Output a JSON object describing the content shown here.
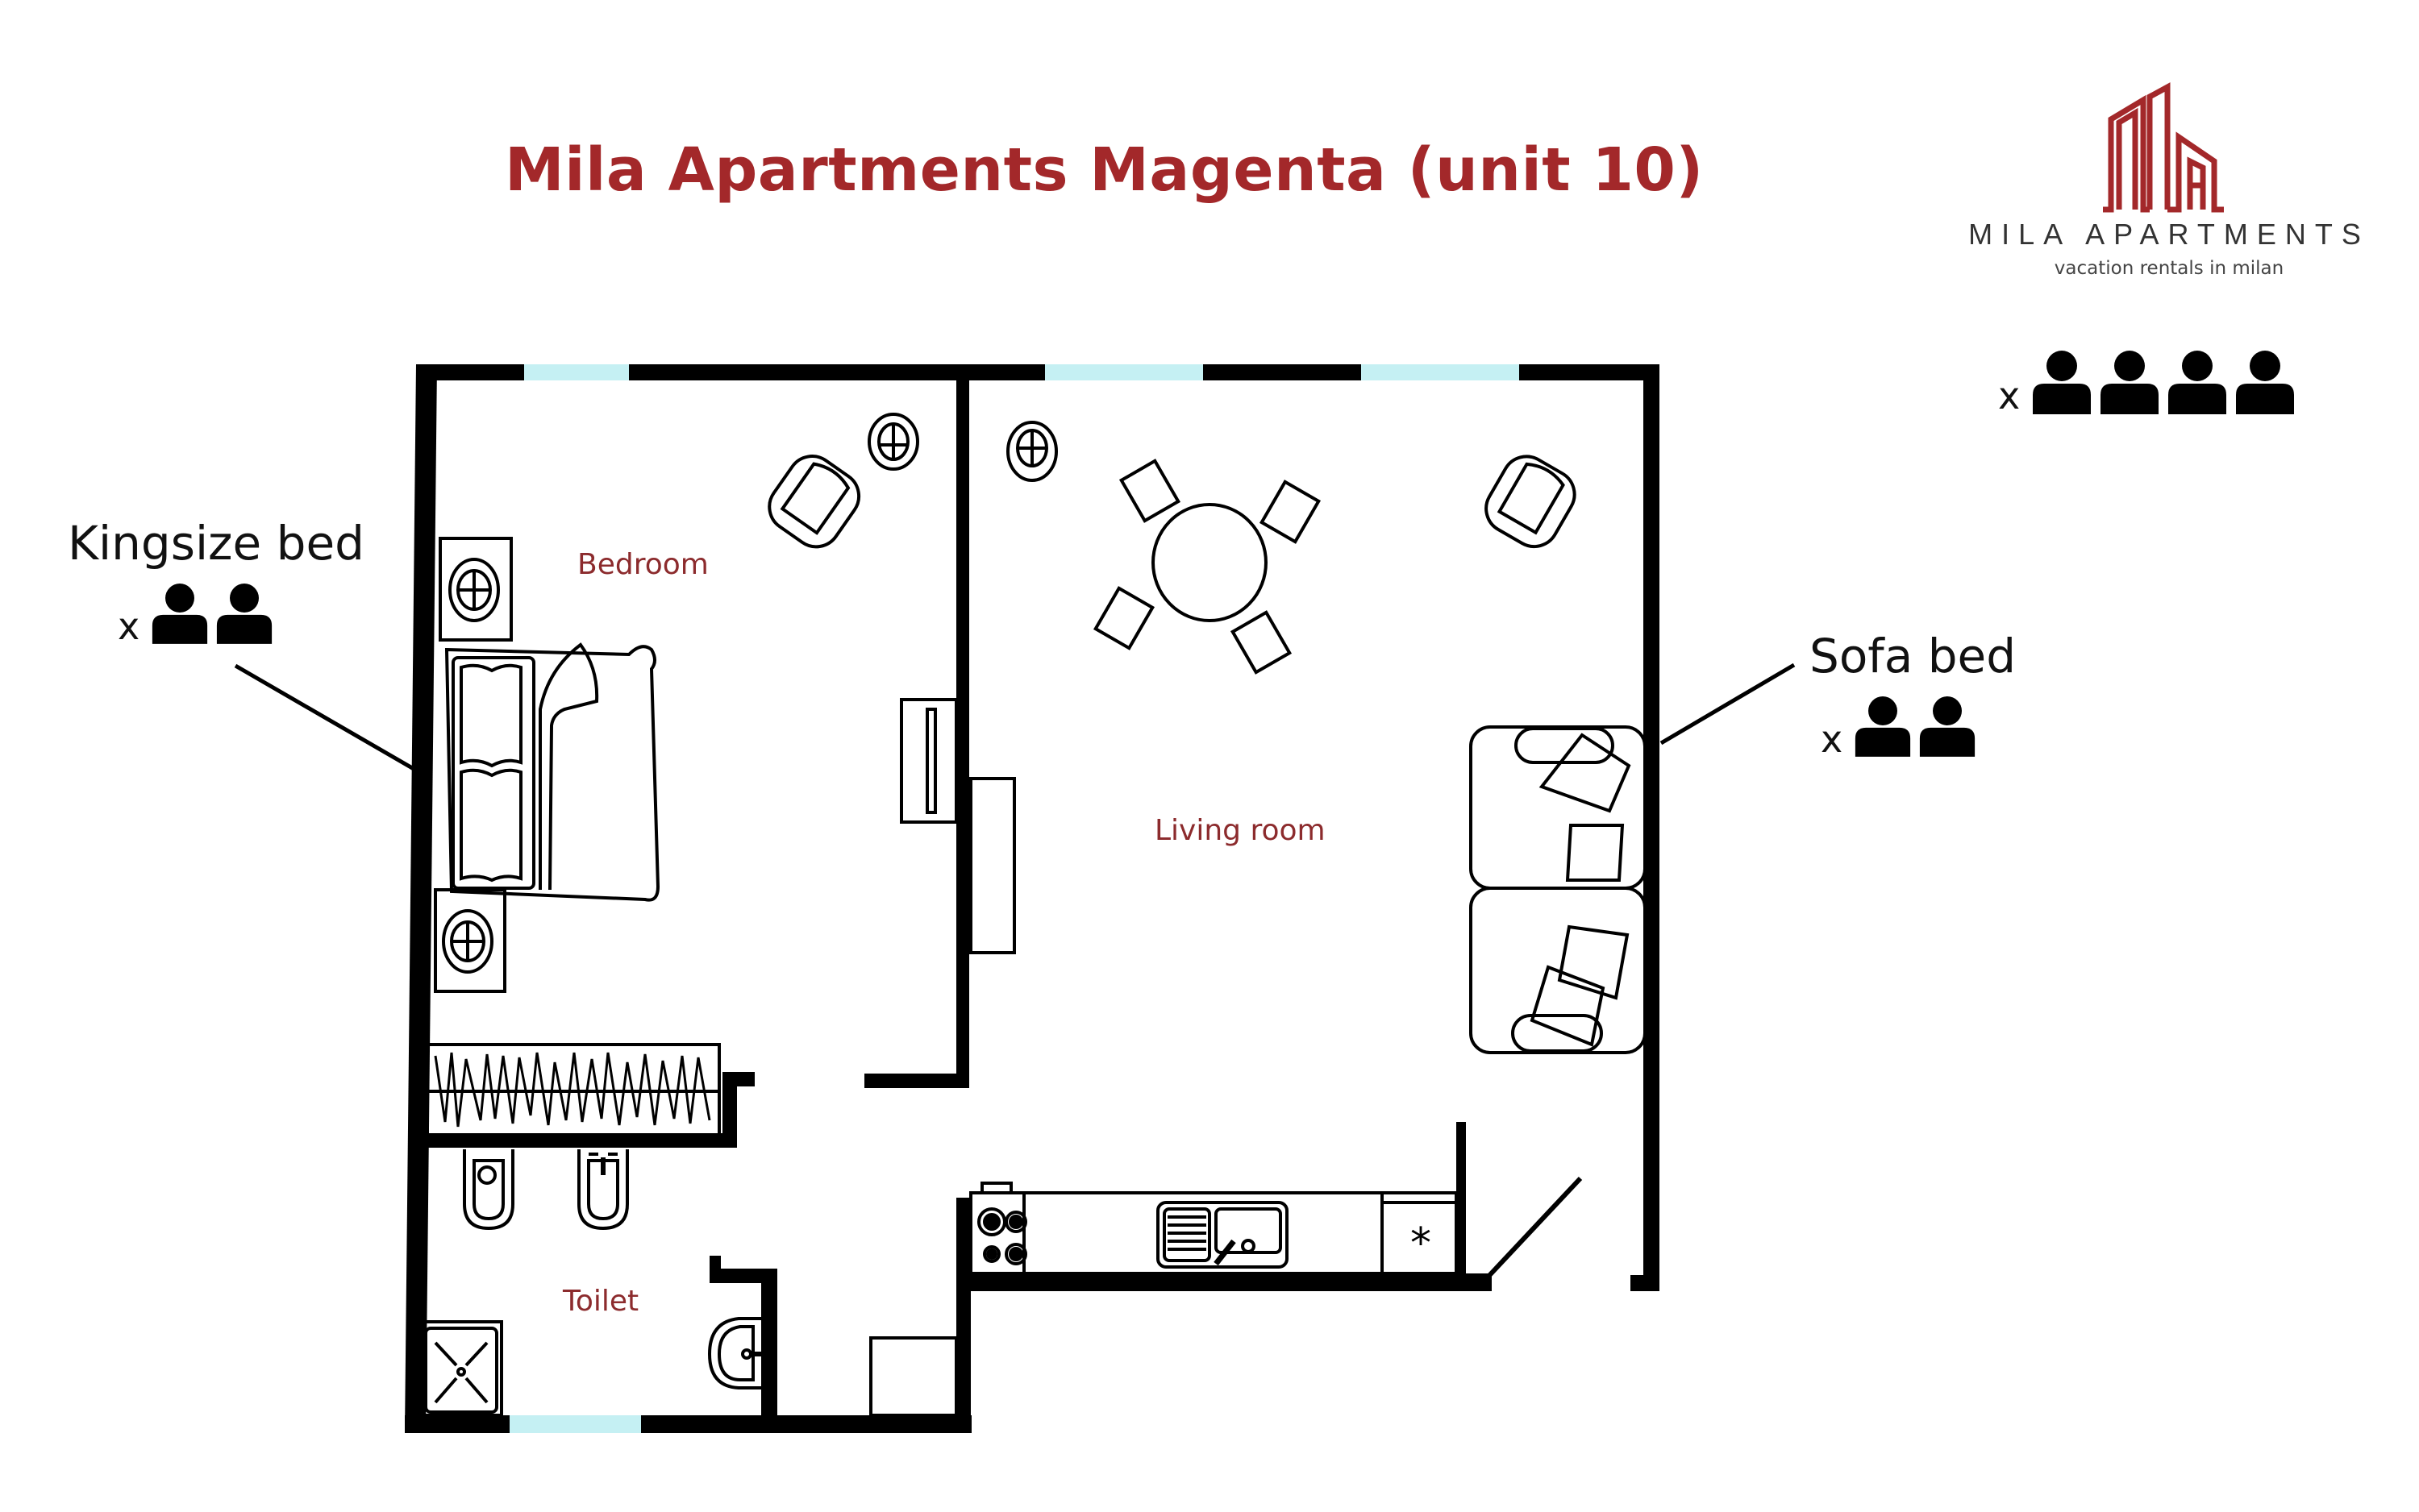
{
  "header": {
    "title": "Mila Apartments Magenta (unit 10)"
  },
  "logo": {
    "name": "MILA APARTMENTS",
    "tagline": "vacation rentals in milan",
    "color": "#a3282a"
  },
  "capacity": {
    "prefix": "x",
    "guests": 4,
    "icon": "person-icon"
  },
  "rooms": [
    {
      "id": "bedroom",
      "label": "Bedroom"
    },
    {
      "id": "living-room",
      "label": "Living room"
    },
    {
      "id": "toilet",
      "label": "Toilet"
    }
  ],
  "beds": [
    {
      "id": "kingsize",
      "label": "Kingsize bed",
      "prefix": "x",
      "sleeps": 2,
      "icon": "person-icon"
    },
    {
      "id": "sofa",
      "label": "Sofa bed",
      "prefix": "x",
      "sleeps": 2,
      "icon": "person-icon"
    }
  ],
  "colors": {
    "title": "#a3282a",
    "room_label": "#8c2b2d",
    "wall": "#000000",
    "window": "#c5f0f3"
  }
}
